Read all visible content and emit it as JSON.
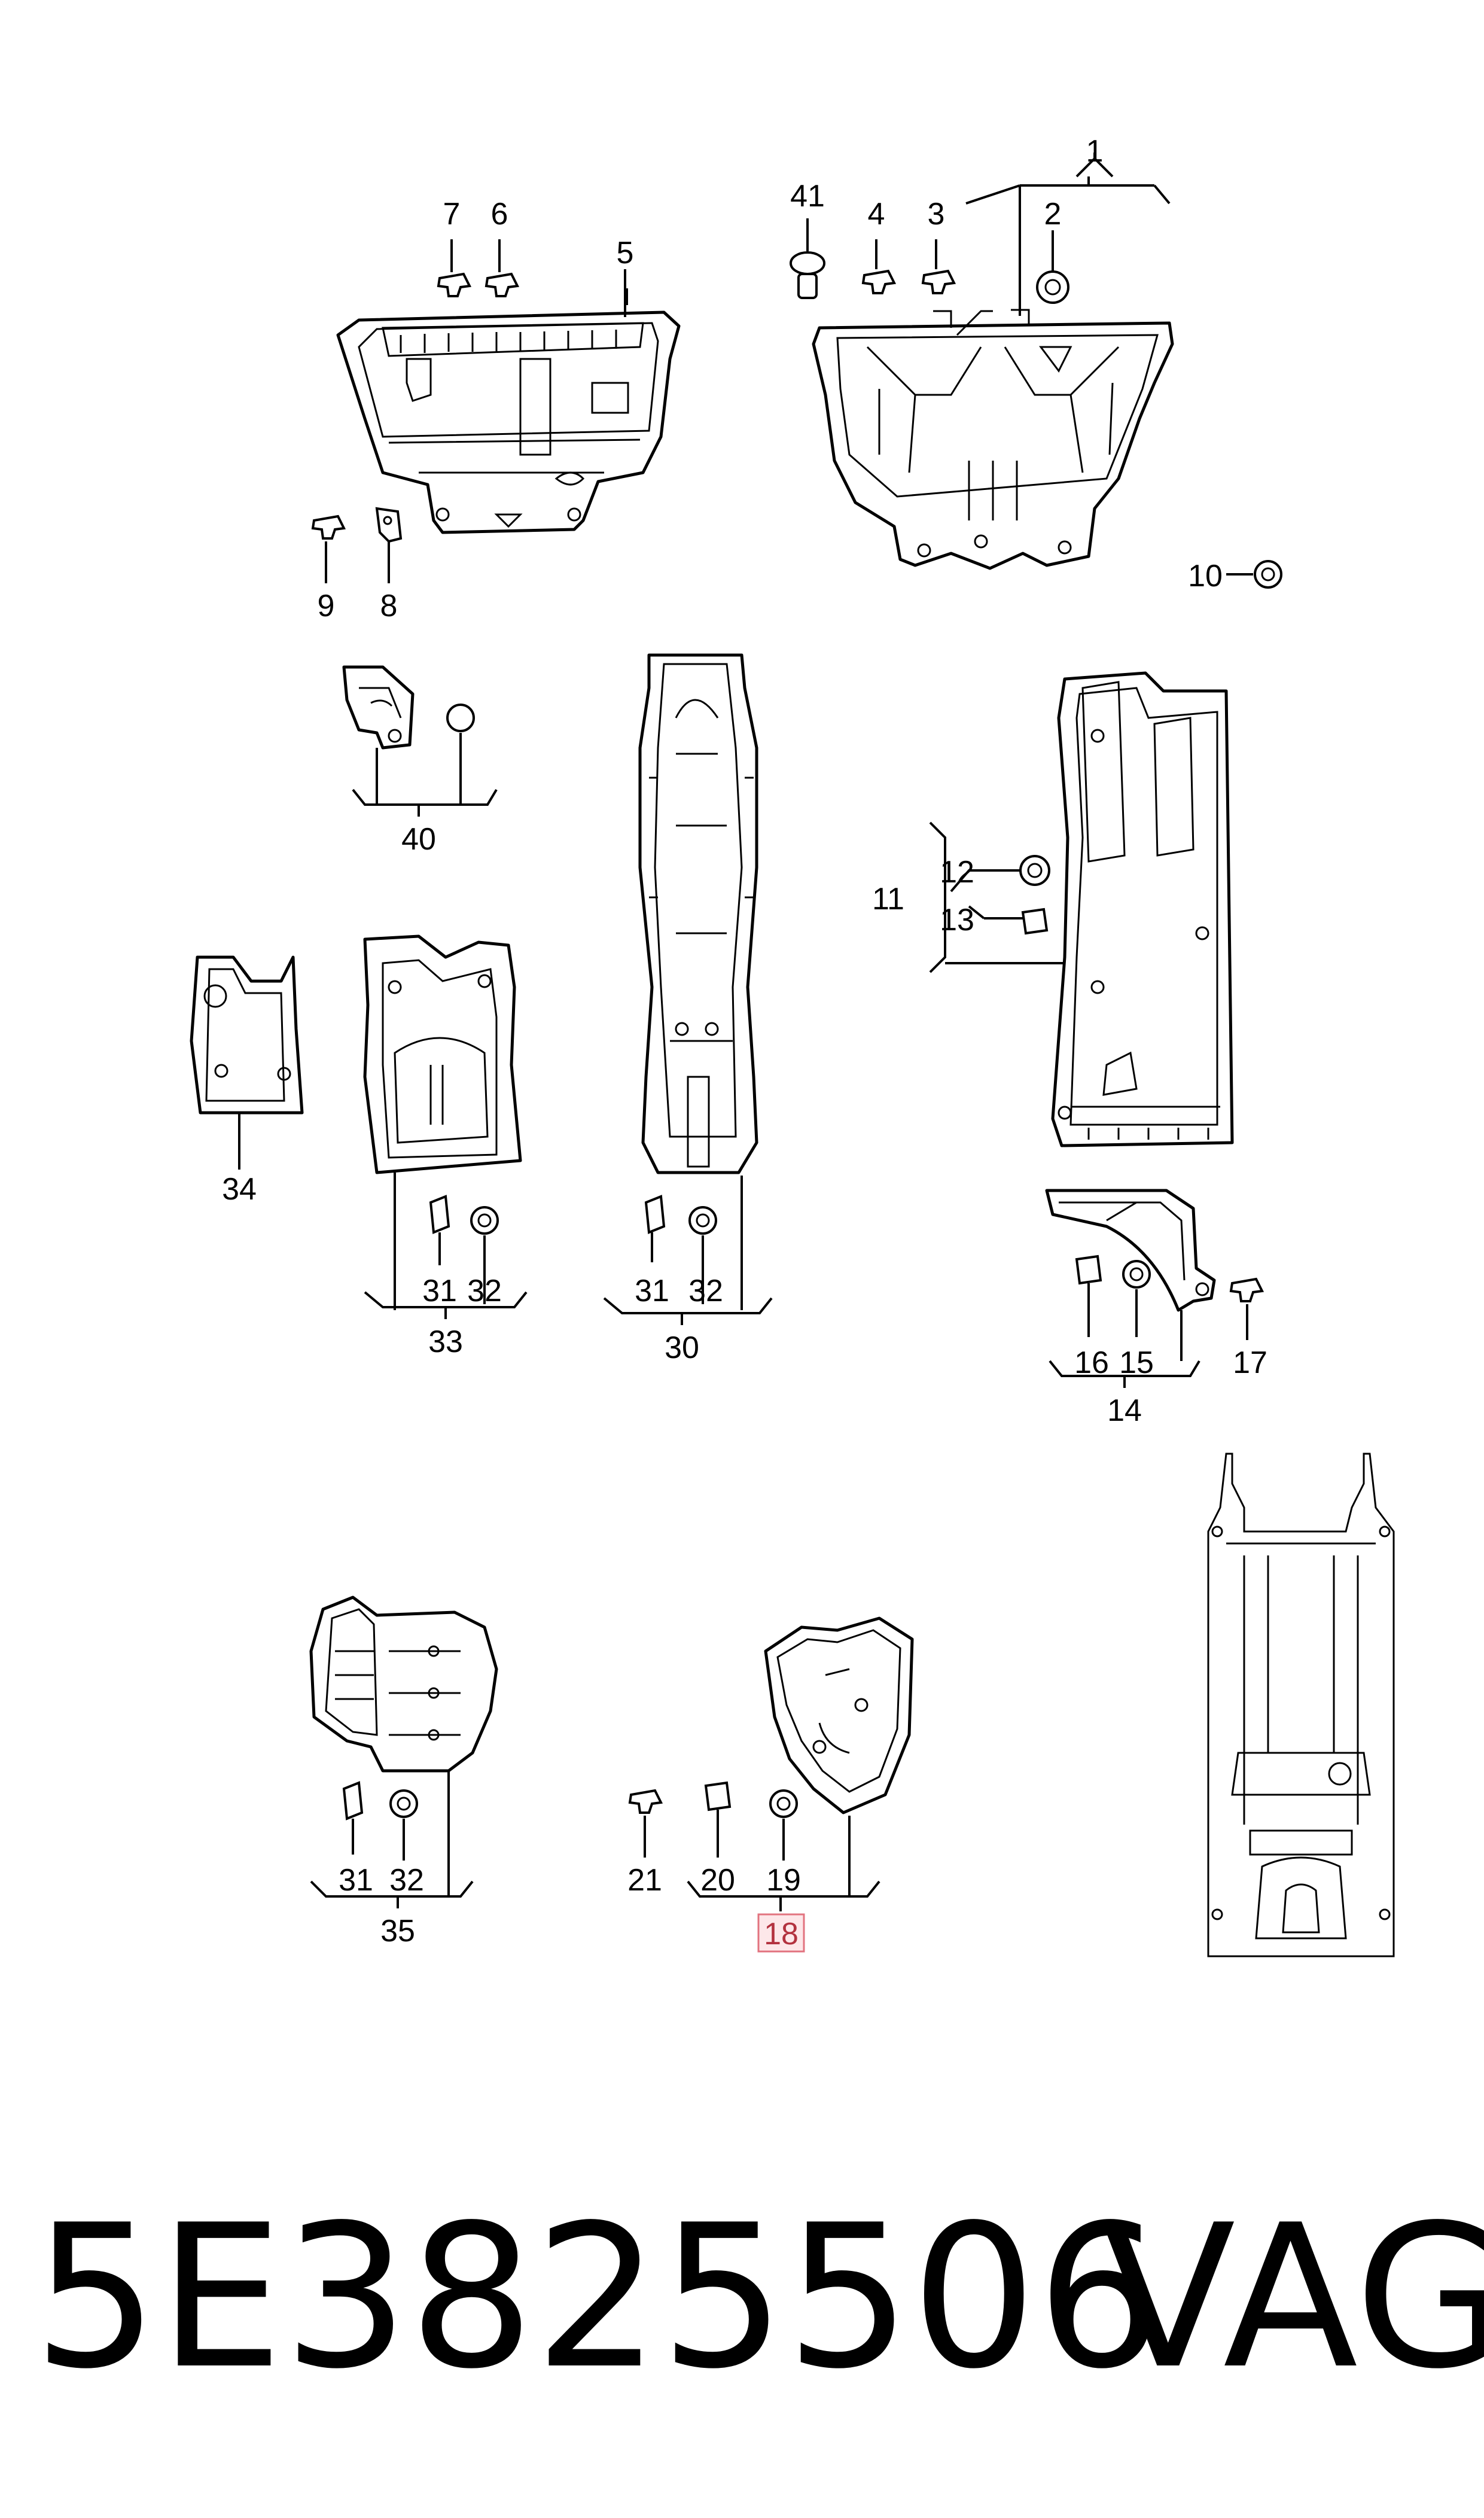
{
  "footer": {
    "part_number": "5E3825506",
    "brand": "VAG"
  },
  "highlight_color": "#e2737f",
  "callouts": {
    "c1": "1",
    "c2": "2",
    "c3": "3",
    "c4": "4",
    "c5": "5",
    "c6": "6",
    "c7": "7",
    "c8": "8",
    "c9": "9",
    "c10": "10",
    "c11": "11",
    "c12": "12",
    "c13": "13",
    "c14": "14",
    "c15": "15",
    "c16": "16",
    "c17": "17",
    "c18": "18",
    "c19": "19",
    "c20": "20",
    "c21": "21",
    "c30": "30",
    "c31a": "31",
    "c31b": "31",
    "c31c": "31",
    "c32a": "32",
    "c32b": "32",
    "c32c": "32",
    "c33": "33",
    "c34": "34",
    "c35": "35",
    "c40": "40",
    "c41": "41"
  }
}
